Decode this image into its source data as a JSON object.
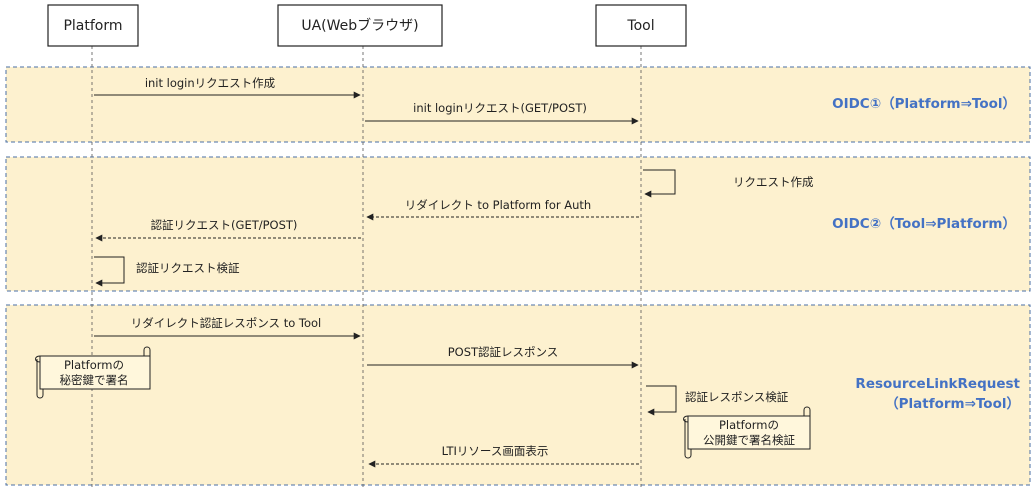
{
  "actors": {
    "platform": "Platform",
    "ua": "UA(Webブラウザ)",
    "tool": "Tool"
  },
  "sections": {
    "oidc1": {
      "title": "OIDC①（Platform⇒Tool）"
    },
    "oidc2": {
      "title": "OIDC②（Tool⇒Platform）"
    },
    "resource": {
      "title_line1": "ResourceLinkRequest",
      "title_line2": "（Platform⇒Tool）"
    }
  },
  "messages": {
    "m1": "init loginリクエスト作成",
    "m2": "init loginリクエスト(GET/POST)",
    "m3": "リクエスト作成",
    "m4": "リダイレクト to Platform for Auth",
    "m5": "認証リクエスト(GET/POST)",
    "m6": "認証リクエスト検証",
    "m7": "リダイレクト認証レスポンス to Tool",
    "m8": "POST認証レスポンス",
    "m9": "認証レスポンス検証",
    "m10": "LTIリソース画面表示"
  },
  "notes": {
    "platform_sign": {
      "line1": "Platformの",
      "line2": "秘密鍵で署名"
    },
    "tool_verify": {
      "line1": "Platformの",
      "line2": "公開鍵で署名検証"
    }
  },
  "colors": {
    "section_fill": "#fdf1cf",
    "section_border": "#4a6fa5",
    "section_title": "#4472c4",
    "note_fill": "#fff7dc"
  }
}
